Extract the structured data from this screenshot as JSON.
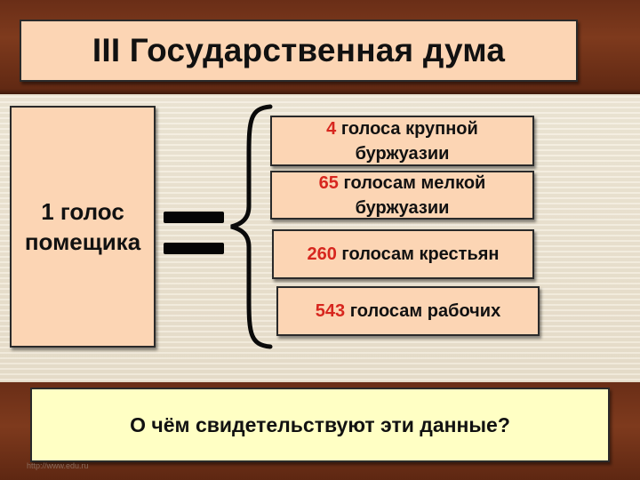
{
  "title": "III Государственная дума",
  "left": {
    "line1": "1 голос",
    "line2": "помещика"
  },
  "items": [
    {
      "num": "4",
      "text1": " голоса крупной",
      "text2": "буржуазии"
    },
    {
      "num": "65",
      "text1": " голосам мелкой",
      "text2": "буржуазии"
    },
    {
      "num": "260",
      "text1": " голосам крестьян",
      "text2": ""
    },
    {
      "num": "543",
      "text1": " голосам рабочих",
      "text2": ""
    }
  ],
  "question": "О чём свидетельствуют эти данные?",
  "footer": "http://www.edu.ru",
  "colors": {
    "band": "#7e3a1d",
    "box_fill": "#fcd5b4",
    "question_fill": "#ffffc4",
    "number_red": "#d7261e"
  }
}
